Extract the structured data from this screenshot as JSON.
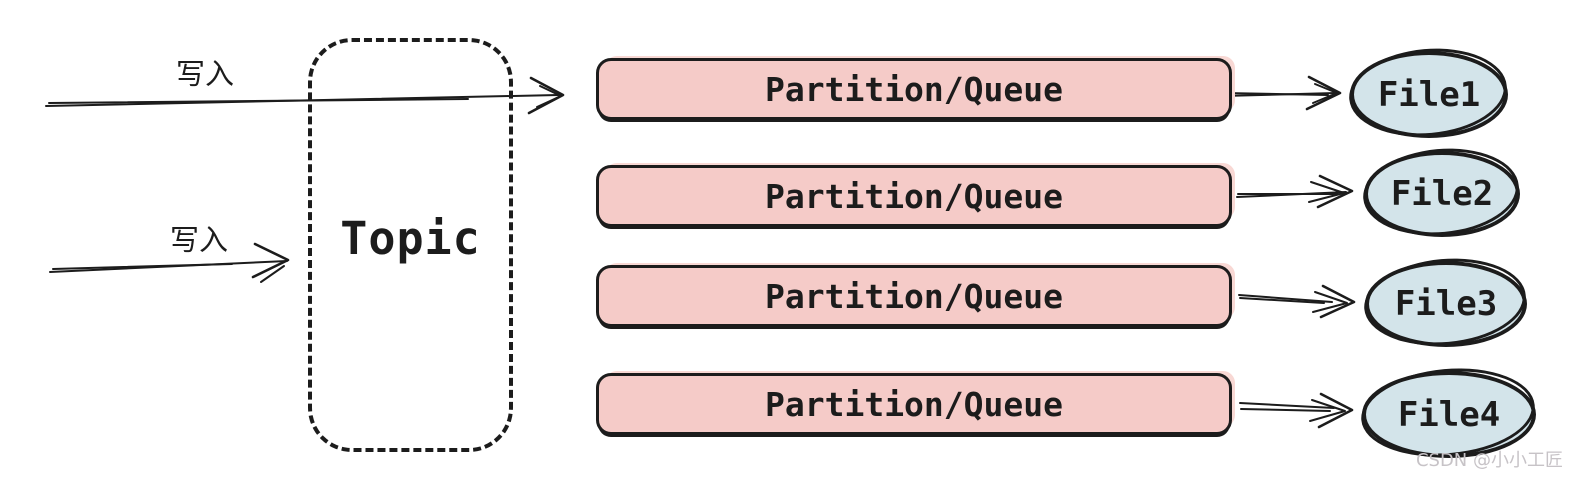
{
  "diagram": {
    "type": "topic-partition-files-flow",
    "write_arrows": [
      {
        "label": "写入"
      },
      {
        "label": "写入"
      }
    ],
    "topic": {
      "label": "Topic"
    },
    "partitions": [
      {
        "label": "Partition/Queue",
        "target": "File1"
      },
      {
        "label": "Partition/Queue",
        "target": "File2"
      },
      {
        "label": "Partition/Queue",
        "target": "File3"
      },
      {
        "label": "Partition/Queue",
        "target": "File4"
      }
    ],
    "files": [
      {
        "label": "File1"
      },
      {
        "label": "File2"
      },
      {
        "label": "File3"
      },
      {
        "label": "File4"
      }
    ],
    "watermark": "CSDN @小小工匠",
    "colors": {
      "partition_fill": "#f5cbc8",
      "file_fill": "#d3e4ea",
      "stroke": "#1c1c1c",
      "watermark_color": "#c7c3c7",
      "background": "#ffffff"
    }
  }
}
